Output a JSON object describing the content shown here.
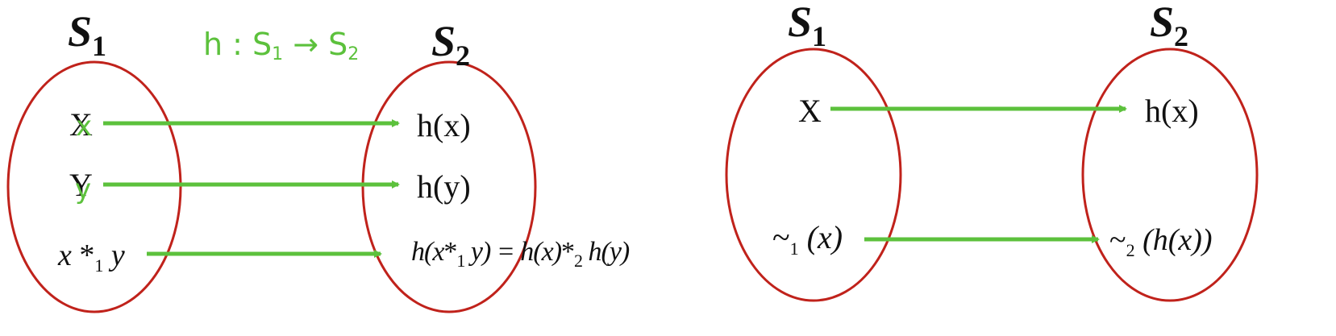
{
  "colors": {
    "ellipse_stroke": "#c0221b",
    "arrow": "#5cc13c",
    "text": "#111111",
    "handwriting": "#5cc13c"
  },
  "left_diagram": {
    "set1": {
      "name": "S",
      "sub": "1"
    },
    "set2": {
      "name": "S",
      "sub": "2"
    },
    "handwritten_title": {
      "prefix": "h : S",
      "sub1": "1",
      "arrow": " → S",
      "sub2": "2"
    },
    "elements": {
      "x": "X",
      "y": "Y",
      "op_lhs": "x",
      "op_star": "*",
      "op_sub": "1",
      "op_rhs": "y"
    },
    "images": {
      "hx": "h(x)",
      "hy": "h(y)",
      "eq_a": "h(x",
      "eq_star1": "*",
      "eq_sub1": "1",
      "eq_b": "y) = h(x)",
      "eq_star2": "*",
      "eq_sub2": "2",
      "eq_c": "h(y)"
    },
    "handwritten_marks": {
      "x": "x",
      "y": "y"
    }
  },
  "right_diagram": {
    "set1": {
      "name": "S",
      "sub": "1"
    },
    "set2": {
      "name": "S",
      "sub": "2"
    },
    "elements": {
      "x": "X",
      "rel_sym": "~",
      "rel_sub": "1",
      "rel_arg": "(x)"
    },
    "images": {
      "hx": "h(x)",
      "rel_sym": "~",
      "rel_sub": "2",
      "rel_arg": "(h(x))"
    }
  }
}
